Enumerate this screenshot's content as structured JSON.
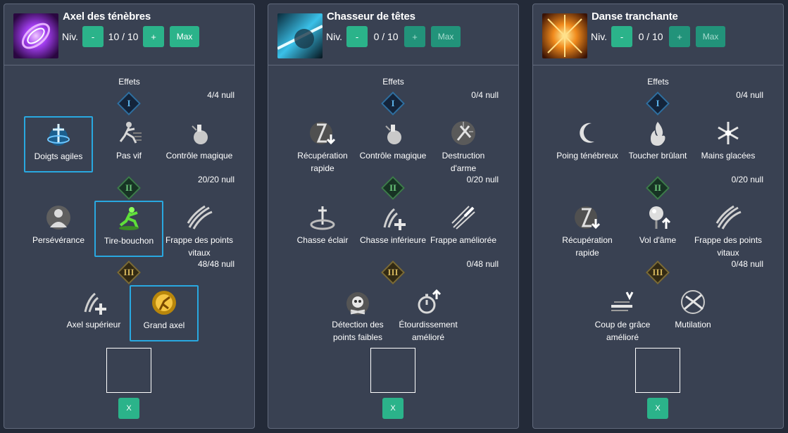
{
  "panels": [
    {
      "title": "Axel des ténèbres",
      "icon": "dark-axel-icon",
      "level_label": "Niv.",
      "minus": "-",
      "plus": "+",
      "max": "Max",
      "level": "10 / 10",
      "effects_title": "Effets",
      "tiers": [
        {
          "numeral": "I",
          "count": "4/4 null",
          "effects": [
            {
              "label": "Doigts agiles",
              "icon": "agile-fingers-icon",
              "selected": true
            },
            {
              "label": "Pas vif",
              "icon": "quick-step-icon",
              "selected": false
            },
            {
              "label": "Contrôle magique",
              "icon": "magic-control-icon",
              "selected": false
            }
          ]
        },
        {
          "numeral": "II",
          "count": "20/20 null",
          "effects": [
            {
              "label": "Persévérance",
              "icon": "perseverance-icon",
              "selected": false
            },
            {
              "label": "Tire-bouchon",
              "icon": "corkscrew-icon",
              "selected": true
            },
            {
              "label": "Frappe des points vitaux",
              "icon": "vital-strike-icon",
              "selected": false
            }
          ]
        },
        {
          "numeral": "III",
          "count": "48/48 null",
          "effects": [
            {
              "label": "Axel supérieur",
              "icon": "superior-axel-icon",
              "selected": false
            },
            {
              "label": "Grand axel",
              "icon": "grand-axel-icon",
              "selected": true
            }
          ]
        }
      ],
      "close": "X"
    },
    {
      "title": "Chasseur de têtes",
      "icon": "head-hunter-icon",
      "level_label": "Niv.",
      "minus": "-",
      "plus": "+",
      "max": "Max",
      "level": "0 / 10",
      "effects_title": "Effets",
      "tiers": [
        {
          "numeral": "I",
          "count": "0/4 null",
          "effects": [
            {
              "label": "Récupération rapide",
              "icon": "quick-recovery-icon",
              "selected": false
            },
            {
              "label": "Contrôle magique",
              "icon": "magic-control-icon",
              "selected": false
            },
            {
              "label": "Destruction d'arme",
              "icon": "weapon-destruction-icon",
              "selected": false
            }
          ]
        },
        {
          "numeral": "II",
          "count": "0/20 null",
          "effects": [
            {
              "label": "Chasse éclair",
              "icon": "flash-hunt-icon",
              "selected": false
            },
            {
              "label": "Chasse inférieure",
              "icon": "lower-hunt-icon",
              "selected": false
            },
            {
              "label": "Frappe améliorée",
              "icon": "improved-strike-icon",
              "selected": false
            }
          ]
        },
        {
          "numeral": "III",
          "count": "0/48 null",
          "effects": [
            {
              "label": "Détection des points faibles",
              "icon": "weak-point-detection-icon",
              "selected": false
            },
            {
              "label": "Étourdissement amélioré",
              "icon": "improved-stun-icon",
              "selected": false
            }
          ]
        }
      ],
      "close": "X"
    },
    {
      "title": "Danse tranchante",
      "icon": "blade-dance-icon",
      "level_label": "Niv.",
      "minus": "-",
      "plus": "+",
      "max": "Max",
      "level": "0 / 10",
      "effects_title": "Effets",
      "tiers": [
        {
          "numeral": "I",
          "count": "0/4 null",
          "effects": [
            {
              "label": "Poing ténébreux",
              "icon": "dark-fist-icon",
              "selected": false
            },
            {
              "label": "Toucher brûlant",
              "icon": "burning-touch-icon",
              "selected": false
            },
            {
              "label": "Mains glacées",
              "icon": "frozen-hands-icon",
              "selected": false
            }
          ]
        },
        {
          "numeral": "II",
          "count": "0/20 null",
          "effects": [
            {
              "label": "Récupération rapide",
              "icon": "quick-recovery-icon",
              "selected": false
            },
            {
              "label": "Vol d'âme",
              "icon": "soul-steal-icon",
              "selected": false
            },
            {
              "label": "Frappe des points vitaux",
              "icon": "vital-strike-icon",
              "selected": false
            }
          ]
        },
        {
          "numeral": "III",
          "count": "0/48 null",
          "effects": [
            {
              "label": "Coup de grâce amélioré",
              "icon": "improved-finisher-icon",
              "selected": false
            },
            {
              "label": "Mutilation",
              "icon": "mutilation-icon",
              "selected": false
            }
          ]
        }
      ],
      "close": "X"
    }
  ],
  "colors": {
    "background": "#232a38",
    "panel": "#394152",
    "border": "#616a7c",
    "accent_button": "#2bb38a",
    "selected_border": "#29a8e0"
  }
}
